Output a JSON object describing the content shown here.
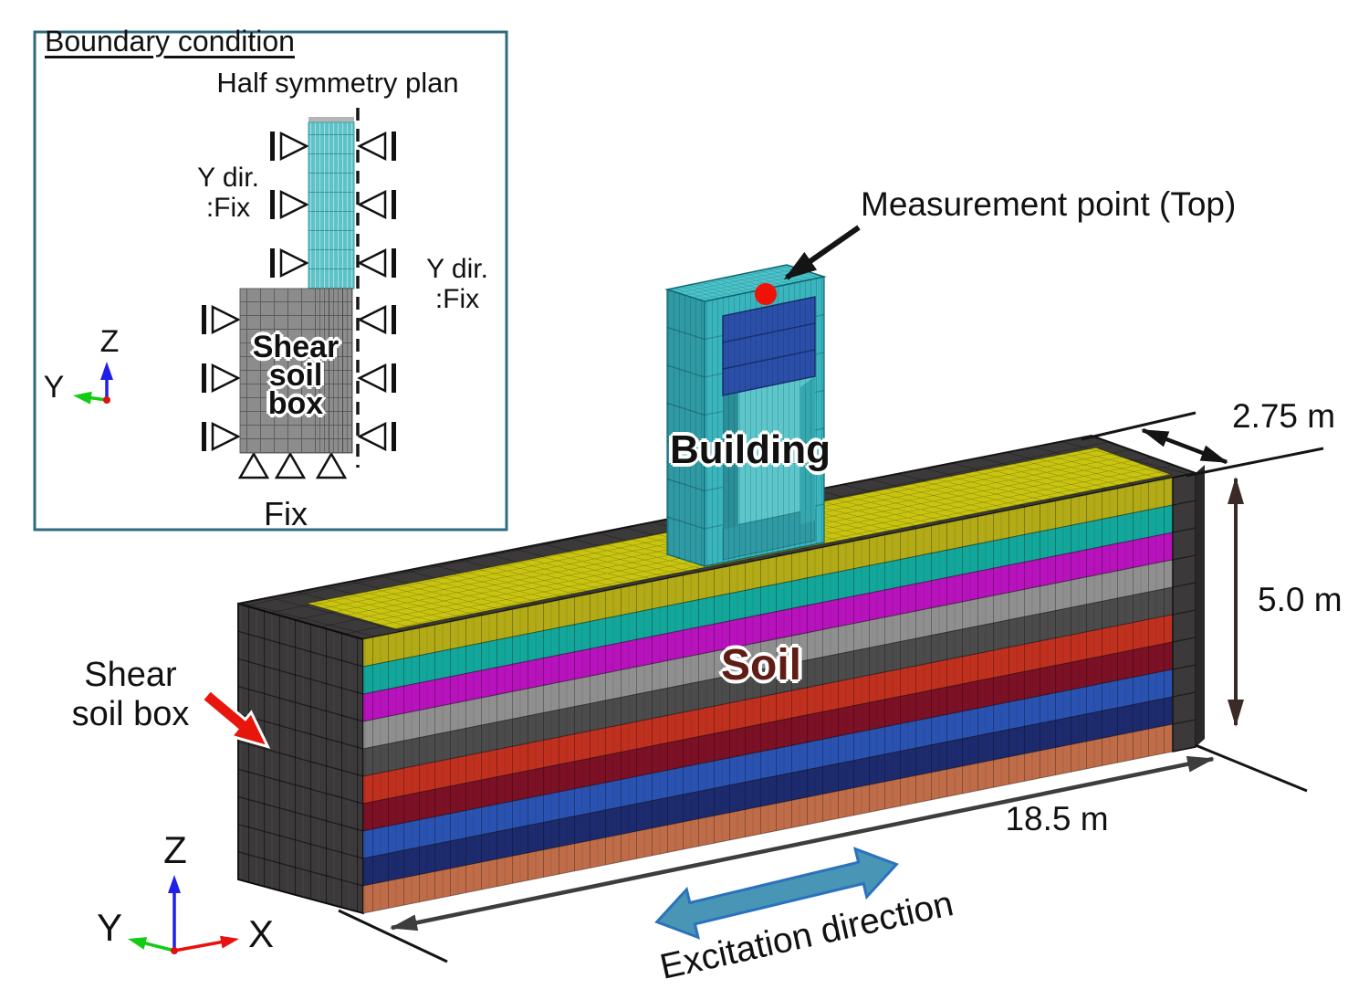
{
  "inset": {
    "title": "Boundary condition",
    "symmetry_label": "Half symmetry plan",
    "bc_left": [
      "Y dir.",
      ":Fix"
    ],
    "bc_right": [
      "Y dir.",
      ":Fix"
    ],
    "box_label": [
      "Shear",
      "soil",
      "box"
    ],
    "bottom_label": "Fix",
    "axis": {
      "z": "Z",
      "y": "Y"
    },
    "colors": {
      "border": "#2d6b7d",
      "building": "#5ec3c8",
      "soil_box": "#8c8c8c"
    }
  },
  "scene": {
    "labels": {
      "measurement_point": "Measurement point (Top)",
      "building": "Building",
      "soil": "Soil",
      "excitation": "Excitation direction"
    },
    "shear_box_label": [
      "Shear",
      "soil box"
    ],
    "dimensions": {
      "width": "2.75 m",
      "height": "5.0 m",
      "length": "18.5 m"
    },
    "axis": {
      "x": "X",
      "y": "Y",
      "z": "Z"
    },
    "soil_layers": [
      "#b2aa16",
      "#13a79b",
      "#b712bb",
      "#8f8f8f",
      "#4b4b4b",
      "#c0301f",
      "#7c1126",
      "#2a52b0",
      "#1d2b6e",
      "#bf6c48"
    ],
    "colors": {
      "frame": "#3b3939",
      "frame_dark": "#2a2929",
      "top_mesh": "#c8c411",
      "building": "#3ab4bd",
      "building_side": "#2f9aa4",
      "building_top": "#4cc3ca",
      "building_inner": "#5cc6cb",
      "building_inner_wall": "#2a8f98",
      "building_panel": "#2b4fa9",
      "measurement_dot": "#ee1208",
      "excitation_fill": "#4995b6",
      "excitation_stroke": "#2b72bd",
      "red_arrow": "#e8150c",
      "dim_line": "#3d3d3d",
      "dim_line_dark": "#3a2b26",
      "ext_line": "#141414",
      "axis_x": "#e81010",
      "axis_y": "#14cc14",
      "axis_z": "#2020e8",
      "soil_text": "#601d15"
    }
  }
}
